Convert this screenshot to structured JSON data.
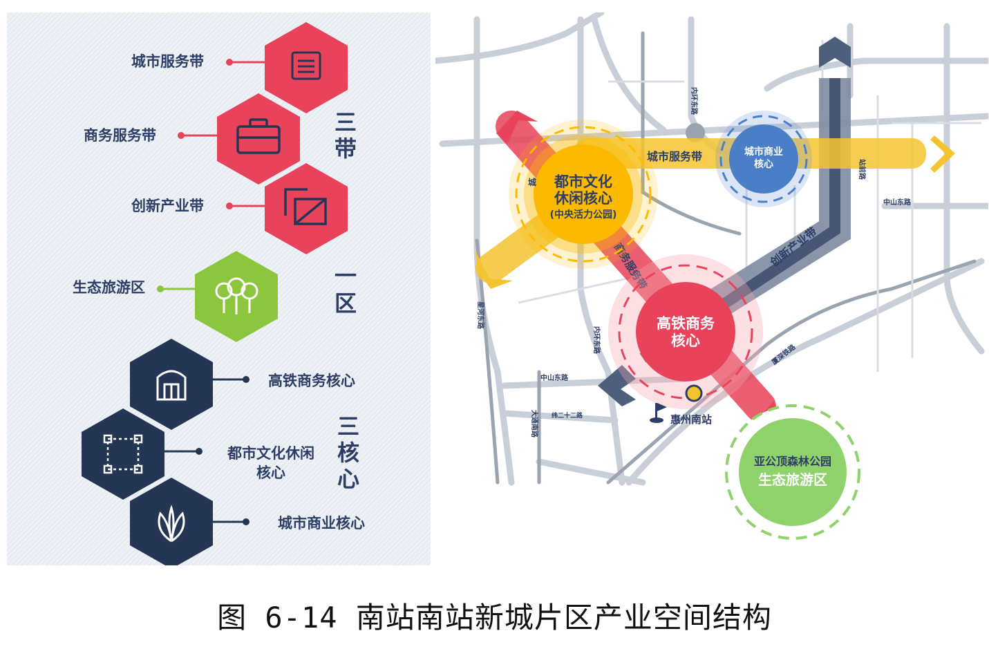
{
  "legend": {
    "groups": [
      {
        "name": "三带",
        "chars": [
          "三",
          "带"
        ]
      },
      {
        "name": "一区",
        "chars": [
          "一",
          "区"
        ]
      },
      {
        "name": "三核心",
        "chars": [
          "三",
          "核",
          "心"
        ]
      }
    ],
    "items": [
      {
        "label": "城市服务带",
        "icon": "document-icon",
        "color": "#e8435a"
      },
      {
        "label": "商务服务带",
        "icon": "briefcase-icon",
        "color": "#e8435a"
      },
      {
        "label": "创新产业带",
        "icon": "layers-icon",
        "color": "#e8435a"
      },
      {
        "label": "生态旅游区",
        "icon": "trees-icon",
        "color": "#8cc63f"
      },
      {
        "label": "高铁商务核心",
        "icon": "building-icon",
        "color": "#253654"
      },
      {
        "label": "都市文化休闲",
        "label2": "核心",
        "icon": "frame-icon",
        "color": "#253654"
      },
      {
        "label": "城市商业核心",
        "icon": "leaf-icon",
        "color": "#253654"
      }
    ]
  },
  "map": {
    "cores": {
      "culture": {
        "line1": "都市文化",
        "line2": "休闲核心",
        "line3": "(中央活力公园)",
        "color": "#fbb900"
      },
      "commerce": {
        "line1": "城市商业",
        "line2": "核心",
        "color": "#4a7fc8"
      },
      "hsr": {
        "line1": "高铁商务",
        "line2": "核心",
        "color": "#e8435a"
      },
      "eco": {
        "line1": "亚公顶森林公园",
        "line2": "生态旅游区",
        "color": "#8fd16a"
      }
    },
    "bands": {
      "city_service": "城市服务带",
      "business_service": "商务服务带",
      "innovation": "创新产业带"
    },
    "roads": {
      "inner_ring_north": "内环东路",
      "inner_ring_south": "内环东路",
      "xinghe": "星河东路",
      "zhongshan_w": "中山东路",
      "zhongshan_e": "中山东路",
      "datong": "大通南路",
      "wei22": "纬二十二路",
      "xiashen": "厦深铁路",
      "zhanqian": "站前路",
      "cheng": "城"
    },
    "station": "惠州南站"
  },
  "caption": "图 6-14 南站南站新城片区产业空间结构"
}
